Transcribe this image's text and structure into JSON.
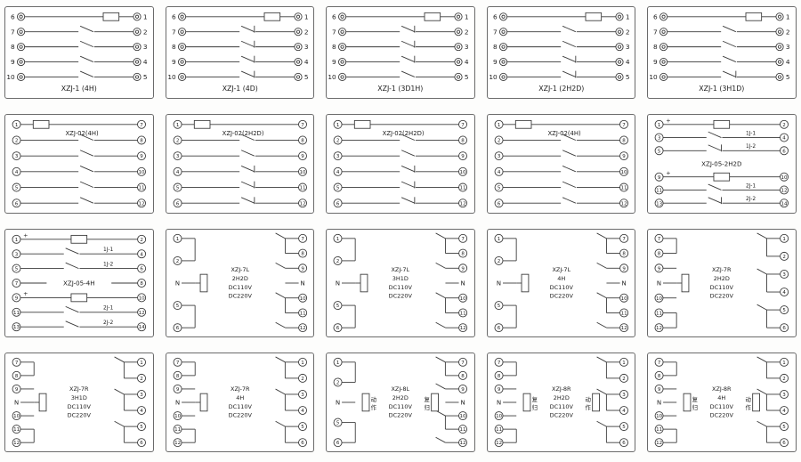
{
  "page": {
    "background": "#ffffff",
    "panel_border": "#6a6a6a",
    "line_color": "#3a3a3a",
    "text_color": "#1c1c1c"
  },
  "panels": [
    {
      "model": "XZJ-1 (4H)",
      "kind": "pair",
      "style": "outside",
      "title": "XZJ-1 (4H)",
      "rows": [
        {
          "l": "6",
          "r": "1",
          "mid": "coil",
          "coil_x": 0.72
        },
        {
          "l": "7",
          "r": "2",
          "mid": "sw"
        },
        {
          "l": "8",
          "r": "3",
          "mid": "sw"
        },
        {
          "l": "9",
          "r": "4",
          "mid": "sw"
        },
        {
          "l": "10",
          "r": "5",
          "mid": "sw"
        }
      ]
    },
    {
      "model": "XZJ-1 (4D)",
      "kind": "pair",
      "style": "outside",
      "title": "XZJ-1 (4D)",
      "rows": [
        {
          "l": "6",
          "r": "1",
          "mid": "coil",
          "coil_x": 0.72
        },
        {
          "l": "7",
          "r": "2",
          "mid": "swnc"
        },
        {
          "l": "8",
          "r": "3",
          "mid": "swnc"
        },
        {
          "l": "9",
          "r": "4",
          "mid": "swnc"
        },
        {
          "l": "10",
          "r": "5",
          "mid": "swnc"
        }
      ]
    },
    {
      "model": "XZJ-1 (3D1H)",
      "kind": "pair",
      "style": "outside",
      "title": "XZJ-1 (3D1H)",
      "rows": [
        {
          "l": "6",
          "r": "1",
          "mid": "coil",
          "coil_x": 0.72
        },
        {
          "l": "7",
          "r": "2",
          "mid": "swnc"
        },
        {
          "l": "8",
          "r": "3",
          "mid": "swnc"
        },
        {
          "l": "9",
          "r": "4",
          "mid": "swnc"
        },
        {
          "l": "10",
          "r": "5",
          "mid": "sw"
        }
      ]
    },
    {
      "model": "XZJ-1 (2H2D)",
      "kind": "pair",
      "style": "outside",
      "title": "XZJ-1 (2H2D)",
      "rows": [
        {
          "l": "6",
          "r": "1",
          "mid": "coil",
          "coil_x": 0.72
        },
        {
          "l": "7",
          "r": "2",
          "mid": "sw"
        },
        {
          "l": "8",
          "r": "3",
          "mid": "sw"
        },
        {
          "l": "9",
          "r": "4",
          "mid": "swnc"
        },
        {
          "l": "10",
          "r": "5",
          "mid": "swnc"
        }
      ]
    },
    {
      "model": "XZJ-1 (3H1D)",
      "kind": "pair",
      "style": "outside",
      "title": "XZJ-1 (3H1D)",
      "rows": [
        {
          "l": "6",
          "r": "1",
          "mid": "coil",
          "coil_x": 0.72
        },
        {
          "l": "7",
          "r": "2",
          "mid": "sw"
        },
        {
          "l": "8",
          "r": "3",
          "mid": "sw"
        },
        {
          "l": "9",
          "r": "4",
          "mid": "sw"
        },
        {
          "l": "10",
          "r": "5",
          "mid": "swnc"
        }
      ]
    },
    {
      "model": "XZJ-02(4H)",
      "kind": "pair",
      "style": "inside",
      "float_title": "XZJ-02(4H)",
      "rows": [
        {
          "l": "1",
          "r": "7",
          "mid": "coil",
          "coil_x": 0.24
        },
        {
          "l": "2",
          "r": "8",
          "mid": "sw"
        },
        {
          "l": "3",
          "r": "9",
          "mid": "sw"
        },
        {
          "l": "4",
          "r": "10",
          "mid": "sw"
        },
        {
          "l": "5",
          "r": "11",
          "mid": "sw"
        },
        {
          "l": "6",
          "r": "12",
          "mid": "sw"
        }
      ]
    },
    {
      "model": "XZJ-02(2H2D)",
      "kind": "pair",
      "style": "inside",
      "float_title": "XZJ-02(2H2D)",
      "rows": [
        {
          "l": "1",
          "r": "7",
          "mid": "coil",
          "coil_x": 0.24
        },
        {
          "l": "2",
          "r": "8",
          "mid": "sw"
        },
        {
          "l": "3",
          "r": "9",
          "mid": "sw"
        },
        {
          "l": "4",
          "r": "10",
          "mid": "swnc"
        },
        {
          "l": "5",
          "r": "11",
          "mid": "swnc"
        },
        {
          "l": "6",
          "r": "12",
          "mid": "swnc"
        }
      ]
    },
    {
      "model": "XZJ-02(2H2D)",
      "kind": "pair",
      "style": "inside",
      "float_title": "XZJ-02(2H2D)",
      "rows": [
        {
          "l": "1",
          "r": "7",
          "mid": "coil",
          "coil_x": 0.24
        },
        {
          "l": "2",
          "r": "8",
          "mid": "sw"
        },
        {
          "l": "3",
          "r": "9",
          "mid": "sw"
        },
        {
          "l": "4",
          "r": "10",
          "mid": "swnc"
        },
        {
          "l": "5",
          "r": "11",
          "mid": "swnc"
        },
        {
          "l": "6",
          "r": "12",
          "mid": "swnc"
        }
      ]
    },
    {
      "model": "XZJ-02(4H)",
      "kind": "pair",
      "style": "inside",
      "float_title": "XZJ-02(4H)",
      "rows": [
        {
          "l": "1",
          "r": "7",
          "mid": "coil",
          "coil_x": 0.24
        },
        {
          "l": "2",
          "r": "8",
          "mid": "sw"
        },
        {
          "l": "3",
          "r": "9",
          "mid": "sw"
        },
        {
          "l": "4",
          "r": "10",
          "mid": "sw"
        },
        {
          "l": "5",
          "r": "11",
          "mid": "sw"
        },
        {
          "l": "6",
          "r": "12",
          "mid": "sw"
        }
      ]
    },
    {
      "model": "XZJ-05-2H2D",
      "kind": "pair",
      "style": "inside",
      "rows": [
        {
          "l": "1",
          "r": "2",
          "mid": "coil",
          "coil_x": 0.5,
          "polarity": "+"
        },
        {
          "l": "3",
          "r": "4",
          "mid": "sw",
          "sw_x": 0.45,
          "label": "1J-1"
        },
        {
          "l": "5",
          "r": "6",
          "mid": "swnc",
          "sw_x": 0.45,
          "label": "1J-2"
        },
        {
          "mid": "title",
          "text": "XZJ-05-2H2D"
        },
        {
          "l": "9",
          "r": "10",
          "mid": "coil",
          "coil_x": 0.5,
          "polarity": "+"
        },
        {
          "l": "11",
          "r": "12",
          "mid": "sw",
          "sw_x": 0.45,
          "label": "2J-1"
        },
        {
          "l": "13",
          "r": "14",
          "mid": "swnc",
          "sw_x": 0.45,
          "label": "2J-2"
        }
      ]
    },
    {
      "model": "XZJ-05-4H",
      "kind": "pair",
      "style": "inside",
      "rows": [
        {
          "l": "1",
          "r": "2",
          "mid": "coil",
          "coil_x": 0.5,
          "polarity": "+"
        },
        {
          "l": "3",
          "r": "4",
          "mid": "sw",
          "sw_x": 0.45,
          "label": "1J-1"
        },
        {
          "l": "5",
          "r": "6",
          "mid": "sw",
          "sw_x": 0.45,
          "label": "1J-2"
        },
        {
          "l": "7",
          "r": "8",
          "mid": "title",
          "text": "XZJ-05-4H"
        },
        {
          "l": "9",
          "r": "10",
          "mid": "coil",
          "coil_x": 0.5,
          "polarity": "+"
        },
        {
          "l": "11",
          "r": "12",
          "mid": "sw",
          "sw_x": 0.45,
          "label": "2J-1"
        },
        {
          "l": "13",
          "r": "14",
          "mid": "sw",
          "sw_x": 0.45,
          "label": "2J-2"
        }
      ]
    },
    {
      "model": "XZJ-7L 2H2D",
      "kind": "lr",
      "left": [
        "1",
        "2",
        "N",
        "5",
        "6"
      ],
      "right": [
        "7",
        "8",
        "9",
        "N",
        "10",
        "11",
        "12"
      ],
      "center": [
        "XZJ-7L",
        "2H2D",
        "DC110V",
        "DC220V"
      ]
    },
    {
      "model": "XZJ-7L 3H1D",
      "kind": "lr",
      "left": [
        "1",
        "2",
        "N",
        "5",
        "6"
      ],
      "right": [
        "7",
        "8",
        "9",
        "N",
        "10",
        "11",
        "12"
      ],
      "center": [
        "XZJ-7L",
        "3H1D",
        "DC110V",
        "DC220V"
      ]
    },
    {
      "model": "XZJ-7L 4H",
      "kind": "lr",
      "left": [
        "1",
        "2",
        "N",
        "5",
        "6"
      ],
      "right": [
        "7",
        "8",
        "9",
        "N",
        "10",
        "11",
        "12"
      ],
      "center": [
        "XZJ-7L",
        "4H",
        "DC110V",
        "DC220V"
      ]
    },
    {
      "model": "XZJ-7R 2H2D",
      "kind": "lr",
      "left": [
        "7",
        "8",
        "9",
        "N",
        "10",
        "11",
        "12"
      ],
      "right": [
        "1",
        "2",
        "3",
        "4",
        "5",
        "6"
      ],
      "center": [
        "XZJ-7R",
        "2H2D",
        "DC110V",
        "DC220V"
      ]
    },
    {
      "model": "XZJ-7R 3H1D",
      "kind": "lr",
      "left": [
        "7",
        "8",
        "9",
        "N",
        "10",
        "11",
        "12"
      ],
      "right": [
        "1",
        "2",
        "3",
        "4",
        "5",
        "6"
      ],
      "center": [
        "XZJ-7R",
        "3H1D",
        "DC110V",
        "DC220V"
      ]
    },
    {
      "model": "XZJ-7R 4H",
      "kind": "lr",
      "left": [
        "7",
        "8",
        "9",
        "N",
        "10",
        "11",
        "12"
      ],
      "right": [
        "1",
        "2",
        "3",
        "4",
        "5",
        "6"
      ],
      "center": [
        "XZJ-7R",
        "4H",
        "DC110V",
        "DC220V"
      ]
    },
    {
      "model": "XZJ-8L 2H2D",
      "kind": "lr",
      "left": [
        "1",
        "2",
        "N",
        "5",
        "6"
      ],
      "right": [
        "7",
        "8",
        "9",
        "N",
        "10",
        "11",
        "12"
      ],
      "center": [
        "XZJ-8L",
        "2H2D",
        "DC110V",
        "DC220V"
      ],
      "side_labels": {
        "left": "动作",
        "right": "复归"
      }
    },
    {
      "model": "XZJ-8R 2H2D",
      "kind": "lr",
      "left": [
        "7",
        "8",
        "9",
        "N",
        "10",
        "11",
        "12"
      ],
      "right": [
        "1",
        "2",
        "3",
        "4",
        "5",
        "6"
      ],
      "center": [
        "XZJ-8R",
        "2H2D",
        "DC110V",
        "DC220V"
      ],
      "side_labels": {
        "left": "复归",
        "right": "动作"
      }
    },
    {
      "model": "XZJ-8R 4H",
      "kind": "lr",
      "left": [
        "7",
        "8",
        "9",
        "N",
        "10",
        "11",
        "12"
      ],
      "right": [
        "1",
        "2",
        "3",
        "4",
        "5",
        "6"
      ],
      "center": [
        "XZJ-8R",
        "4H",
        "DC110V",
        "DC220V"
      ],
      "side_labels": {
        "left": "复归",
        "right": "动作"
      }
    }
  ]
}
